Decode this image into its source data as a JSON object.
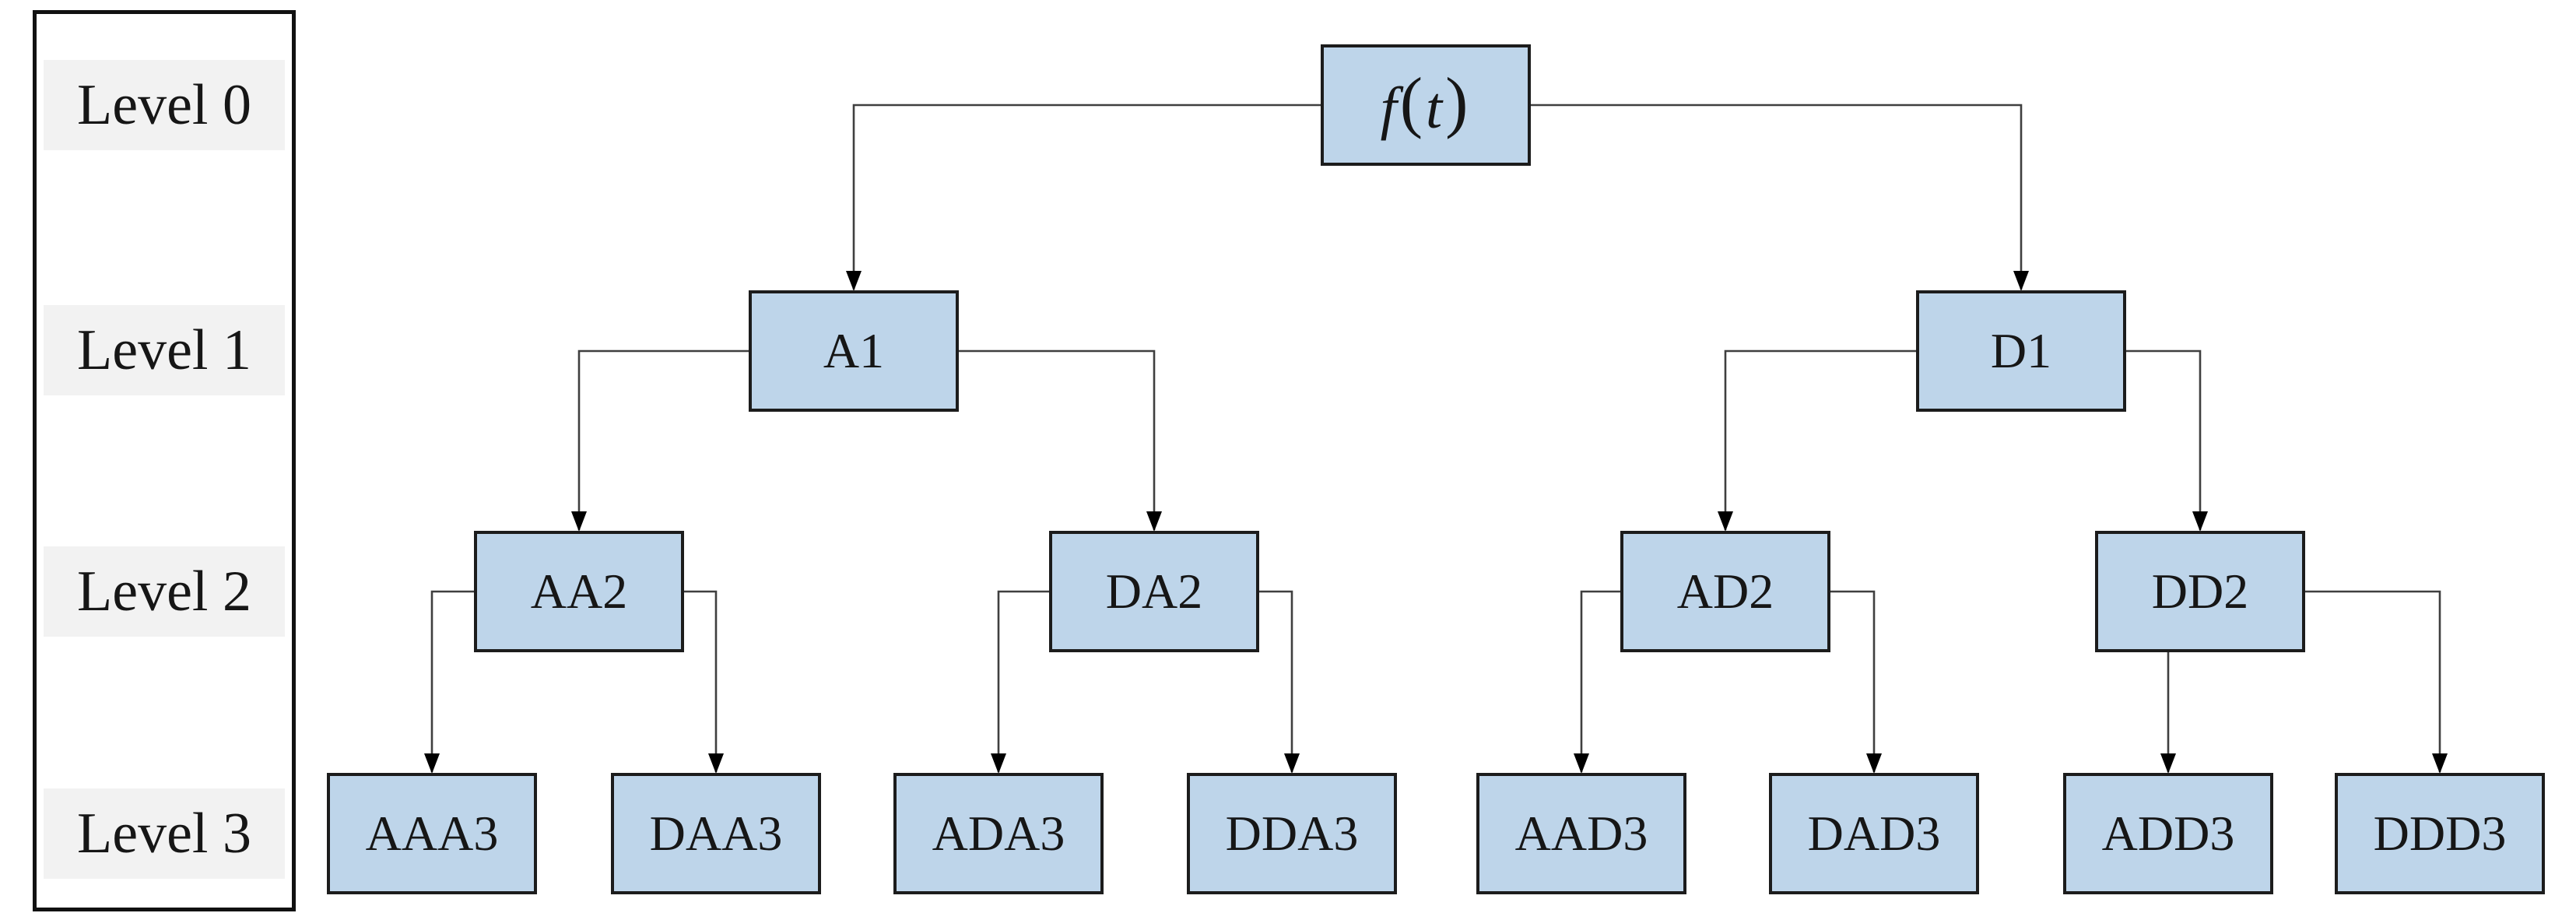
{
  "figure": {
    "background": "#ffffff",
    "node_fill": "#bed5ea",
    "node_border": "#1c1c1c",
    "connector_color": "#3f3f3f",
    "arrow_color": "#000000",
    "text_color": "#161616",
    "legend_band_color": "#f2f2f2"
  },
  "legend": {
    "rows": [
      {
        "label": "Level 0"
      },
      {
        "label": "Level 1"
      },
      {
        "label": "Level 2"
      },
      {
        "label": "Level 3"
      }
    ]
  },
  "tree": {
    "nodes": [
      {
        "id": "ft",
        "label": "f(t)",
        "math": true,
        "level": 0,
        "parent": null,
        "slot": null
      },
      {
        "id": "a1",
        "label": "A1",
        "level": 1,
        "parent": "ft",
        "slot": "left"
      },
      {
        "id": "d1",
        "label": "D1",
        "level": 1,
        "parent": "ft",
        "slot": "right"
      },
      {
        "id": "aa2",
        "label": "AA2",
        "level": 2,
        "parent": "a1",
        "slot": "left"
      },
      {
        "id": "da2",
        "label": "DA2",
        "level": 2,
        "parent": "a1",
        "slot": "right"
      },
      {
        "id": "ad2",
        "label": "AD2",
        "level": 2,
        "parent": "d1",
        "slot": "left"
      },
      {
        "id": "dd2",
        "label": "DD2",
        "level": 2,
        "parent": "d1",
        "slot": "right"
      },
      {
        "id": "aaa3",
        "label": "AAA3",
        "level": 3,
        "parent": "aa2",
        "slot": "left"
      },
      {
        "id": "daa3",
        "label": "DAA3",
        "level": 3,
        "parent": "aa2",
        "slot": "right"
      },
      {
        "id": "ada3",
        "label": "ADA3",
        "level": 3,
        "parent": "da2",
        "slot": "left"
      },
      {
        "id": "dda3",
        "label": "DDA3",
        "level": 3,
        "parent": "da2",
        "slot": "right"
      },
      {
        "id": "aad3",
        "label": "AAD3",
        "level": 3,
        "parent": "ad2",
        "slot": "left"
      },
      {
        "id": "dad3",
        "label": "DAD3",
        "level": 3,
        "parent": "ad2",
        "slot": "right"
      },
      {
        "id": "add3",
        "label": "ADD3",
        "level": 3,
        "parent": "dd2",
        "slot": "left"
      },
      {
        "id": "ddd3",
        "label": "DDD3",
        "level": 3,
        "parent": "dd2",
        "slot": "right"
      }
    ]
  }
}
